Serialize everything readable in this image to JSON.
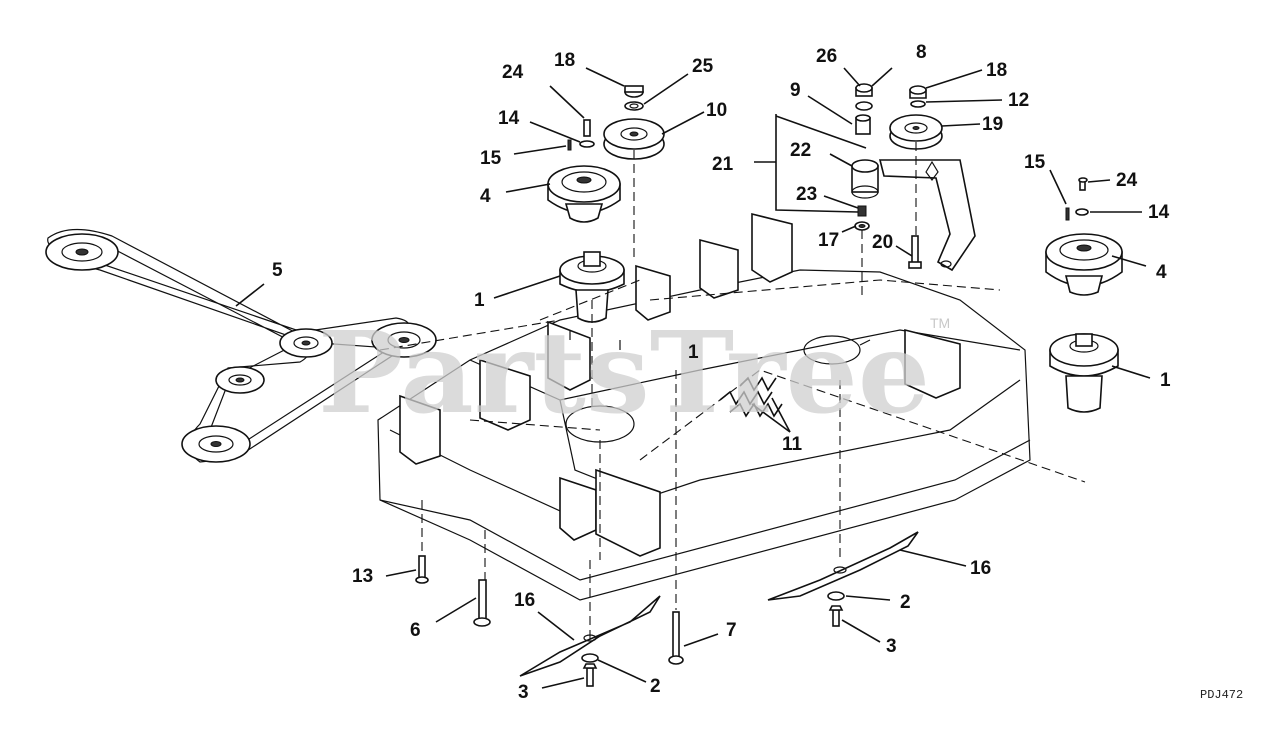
{
  "watermark": {
    "brand": "PartsTree",
    "tm": "TM"
  },
  "diagram_code": "PDJ472",
  "callouts": {
    "c1a": "1",
    "c1b": "1",
    "c1c": "1",
    "c2a": "2",
    "c2b": "2",
    "c3a": "3",
    "c3b": "3",
    "c4a": "4",
    "c4b": "4",
    "c5": "5",
    "c6": "6",
    "c7": "7",
    "c8": "8",
    "c9": "9",
    "c10": "10",
    "c11": "11",
    "c12": "12",
    "c13": "13",
    "c14a": "14",
    "c14b": "14",
    "c15a": "15",
    "c15b": "15",
    "c16a": "16",
    "c16b": "16",
    "c17": "17",
    "c18a": "18",
    "c18b": "18",
    "c19": "19",
    "c20": "20",
    "c21": "21",
    "c22": "22",
    "c23": "23",
    "c24a": "24",
    "c24b": "24",
    "c25": "25",
    "c26": "26"
  }
}
